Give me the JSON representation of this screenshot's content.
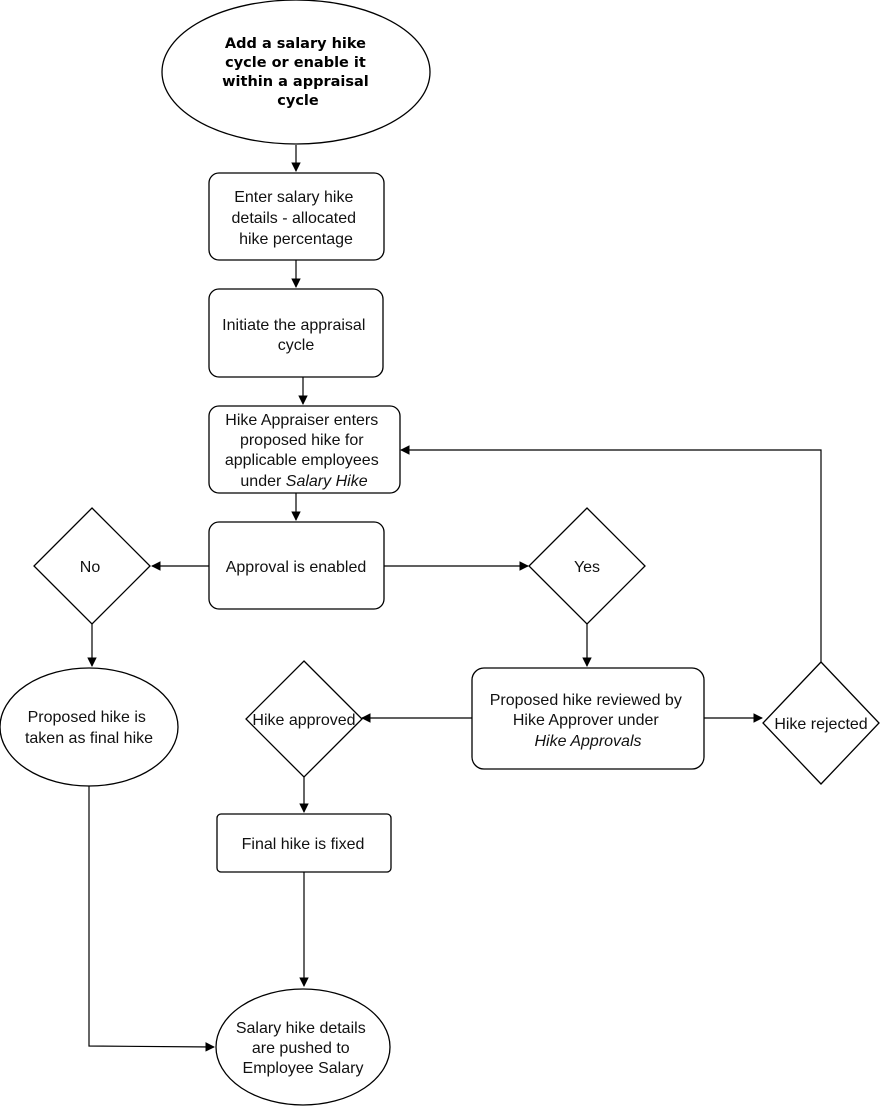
{
  "diagram": {
    "nodes": {
      "start": {
        "lines": [
          "Add a salary hike",
          "cycle or enable it",
          "within a appraisal",
          "cycle"
        ]
      },
      "enter_details": {
        "lines": [
          "Enter salary hike",
          "details - allocated",
          "hike percentage"
        ]
      },
      "initiate": {
        "lines": [
          "Initiate the appraisal",
          "cycle"
        ]
      },
      "appraiser": {
        "line1": "Hike Appraiser enters",
        "line2": "proposed hike for",
        "line3": "applicable employees",
        "line4_prefix": "under ",
        "line4_italic": "Salary Hike"
      },
      "approval_enabled": {
        "label": "Approval is enabled"
      },
      "no": {
        "label": "No"
      },
      "yes": {
        "label": "Yes"
      },
      "proposed_final": {
        "lines": [
          "Proposed hike is",
          "taken as final hike"
        ]
      },
      "reviewed": {
        "line1": "Proposed hike reviewed by",
        "line2": "Hike Approver under",
        "line3_italic": "Hike Approvals"
      },
      "approved": {
        "label": "Hike approved"
      },
      "rejected": {
        "label": "Hike rejected"
      },
      "fixed": {
        "label": "Final hike is fixed"
      },
      "pushed": {
        "lines": [
          "Salary hike details",
          "are pushed to",
          "Employee Salary"
        ]
      }
    },
    "edges": [
      {
        "from": "start",
        "to": "enter_details"
      },
      {
        "from": "enter_details",
        "to": "initiate"
      },
      {
        "from": "initiate",
        "to": "appraiser"
      },
      {
        "from": "appraiser",
        "to": "approval_enabled"
      },
      {
        "from": "approval_enabled",
        "to": "no"
      },
      {
        "from": "approval_enabled",
        "to": "yes"
      },
      {
        "from": "no",
        "to": "proposed_final"
      },
      {
        "from": "yes",
        "to": "reviewed"
      },
      {
        "from": "reviewed",
        "to": "approved"
      },
      {
        "from": "reviewed",
        "to": "rejected"
      },
      {
        "from": "rejected",
        "to": "appraiser"
      },
      {
        "from": "approved",
        "to": "fixed"
      },
      {
        "from": "fixed",
        "to": "pushed"
      },
      {
        "from": "proposed_final",
        "to": "pushed"
      }
    ]
  }
}
